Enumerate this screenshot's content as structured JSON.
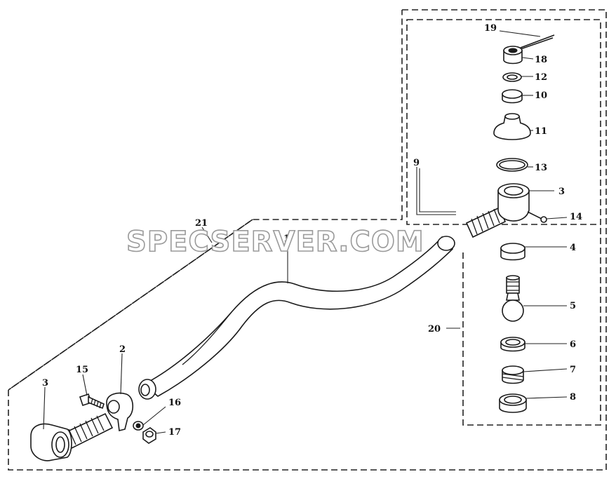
{
  "watermark": "SPECSERVER.COM",
  "callouts": {
    "p19": "19",
    "p18": "18",
    "p12": "12",
    "p10": "10",
    "p11": "11",
    "p13": "13",
    "p3a": "3",
    "p14": "14",
    "p9": "9",
    "p4": "4",
    "p5": "5",
    "p20": "20",
    "p6": "6",
    "p7": "7",
    "p8": "8",
    "p21": "21",
    "p1": "1",
    "p2": "2",
    "p15": "15",
    "p3b": "3",
    "p16": "16",
    "p17": "17"
  }
}
